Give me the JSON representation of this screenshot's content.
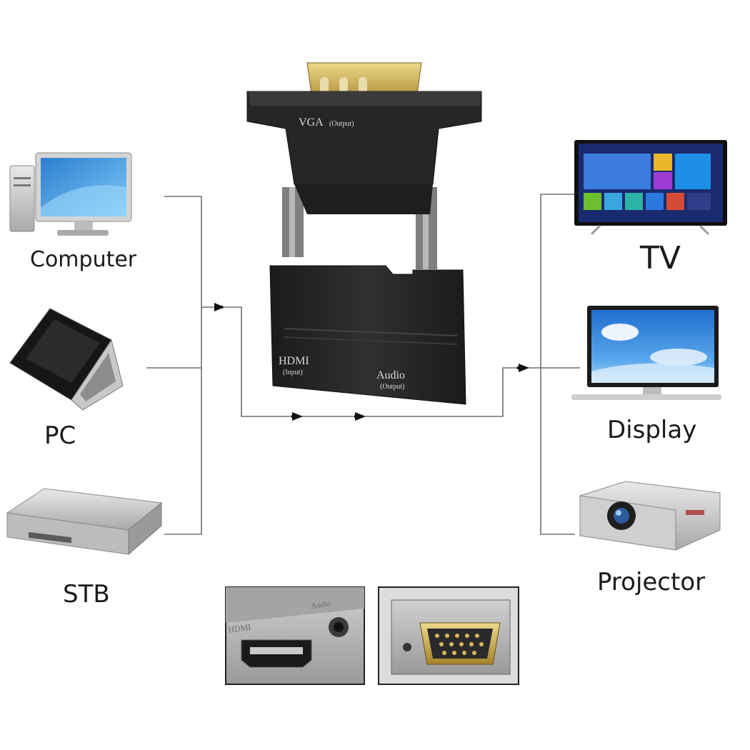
{
  "sources": [
    {
      "label": "Computer"
    },
    {
      "label": "PC"
    },
    {
      "label": "STB"
    }
  ],
  "outputs": [
    {
      "label": "TV"
    },
    {
      "label": "Display"
    },
    {
      "label": "Projector"
    }
  ],
  "adapter": {
    "vga_label": "VGA",
    "vga_sub": "(Output)",
    "hdmi_label": "HDMI",
    "hdmi_sub": "(Input)",
    "audio_label": "Audio",
    "audio_sub": "(Output)"
  },
  "closeups": {
    "hdmi_port_label": "HDMI",
    "audio_port_label": "Audio"
  },
  "colors": {
    "adapter_body": "#242424",
    "vga_gold": "#c9a84a",
    "connector_line": "#707070",
    "arrow": "#111111"
  }
}
